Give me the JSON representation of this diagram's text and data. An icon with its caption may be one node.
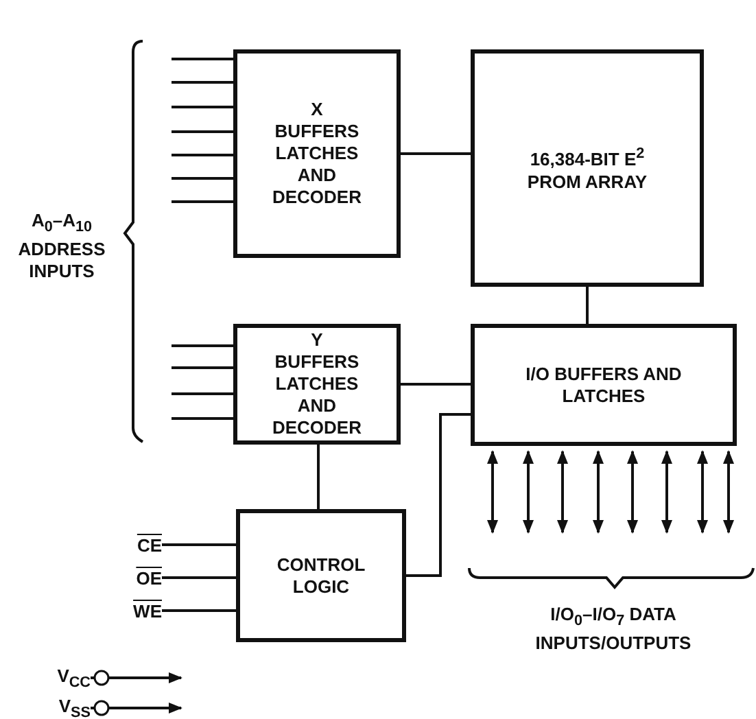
{
  "diagram": {
    "nodes": [
      {
        "text": [
          "X BUFFERS LATCHES AND DECODER"
        ]
      },
      {
        "text": [
          "16,384-BIT E$^{2}$ PROM ARRAY"
        ]
      },
      {
        "text": [
          "Y BUFFERS LATCHES AND DECODER"
        ]
      },
      {
        "text": [
          "I/O BUFFERS AND LATCHES"
        ]
      },
      {
        "text": [
          "CONTROL LOGIC"
        ]
      },
      {
        "text": [
          "CE"
        ]
      },
      {
        "text": [
          "OE"
        ]
      },
      {
        "text": [
          "WE"
        ]
      },
      {
        "text": [
          "V$_{CC}$"
        ]
      },
      {
        "text": [
          "V$_{SS}$"
        ]
      }
    ],
    "edges": [
      {
        "from": null,
        "to": 0,
        "arrow": "none"
      },
      {
        "from": null,
        "to": 0,
        "arrow": "none"
      },
      {
        "from": null,
        "to": 0,
        "arrow": "none"
      },
      {
        "from": null,
        "to": 0,
        "arrow": "none"
      },
      {
        "from": null,
        "to": 0,
        "arrow": "none"
      },
      {
        "from": null,
        "to": 0,
        "arrow": "none"
      },
      {
        "from": null,
        "to": 0,
        "arrow": "none"
      },
      {
        "from": null,
        "to": 2,
        "arrow": "none"
      },
      {
        "from": null,
        "to": 2,
        "arrow": "none"
      },
      {
        "from": null,
        "to": 2,
        "arrow": "none"
      },
      {
        "from": null,
        "to": 2,
        "arrow": "none"
      },
      {
        "from": 0,
        "to": 1,
        "arrow": "none"
      },
      {
        "from": 1,
        "to": 3,
        "arrow": "none"
      },
      {
        "from": 2,
        "to": 3,
        "arrow": "none"
      },
      {
        "from": 2,
        "to": 4,
        "arrow": "none"
      },
      {
        "from": 4,
        "to": 3,
        "arrow": "none"
      },
      {
        "from": 5,
        "to": 4,
        "arrow": "none"
      },
      {
        "from": 6,
        "to": 4,
        "arrow": "none"
      },
      {
        "from": 7,
        "to": 4,
        "arrow": "none"
      },
      {
        "from": 3,
        "to": null,
        "arrow": "both"
      },
      {
        "from": 3,
        "to": null,
        "arrow": "both"
      },
      {
        "from": 3,
        "to": null,
        "arrow": "both"
      },
      {
        "from": 3,
        "to": null,
        "arrow": "both"
      },
      {
        "from": 3,
        "to": null,
        "arrow": "both"
      },
      {
        "from": 3,
        "to": null,
        "arrow": "both"
      },
      {
        "from": 3,
        "to": null,
        "arrow": "both"
      },
      {
        "from": 3,
        "to": null,
        "arrow": "both"
      },
      {
        "from": 8,
        "to": null,
        "arrow": "to"
      },
      {
        "from": 9,
        "to": null,
        "arrow": "to"
      }
    ],
    "labels": [
      "A$_{0}$–A$_{10}$ ADDRESS INPUTS",
      "I/O$_{0}$–I/O$_{7}$ DATA INPUTS/OUTPUTS"
    ]
  }
}
